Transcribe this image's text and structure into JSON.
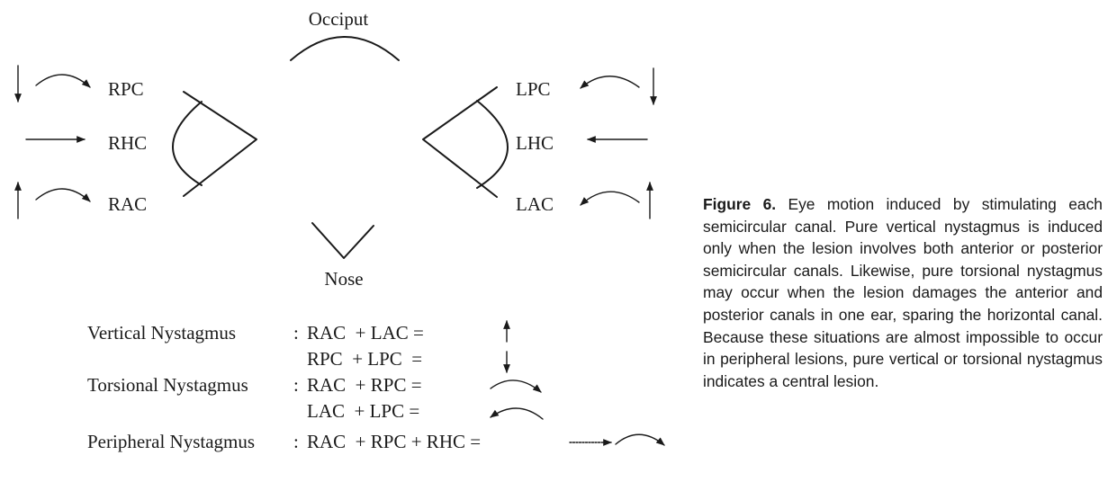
{
  "diagram": {
    "occiput_label": "Occiput",
    "nose_label": "Nose",
    "right_canals": {
      "posterior": "RPC",
      "horizontal": "RHC",
      "anterior": "RAC"
    },
    "left_canals": {
      "posterior": "LPC",
      "horizontal": "LHC",
      "anterior": "LAC"
    }
  },
  "equations": [
    {
      "label": "Vertical Nystagmus",
      "separator": ":",
      "formula": "RAC  + LAC =",
      "result_icon": "up-arrow-icon"
    },
    {
      "label": "",
      "separator": "",
      "formula": "RPC  + LPC  =",
      "result_icon": "down-arrow-icon"
    },
    {
      "label": "Torsional Nystagmus",
      "separator": ":",
      "formula": "RAC  + RPC =",
      "result_icon": "clockwise-arc-arrow-icon"
    },
    {
      "label": "",
      "separator": "",
      "formula": "LAC  + LPC =",
      "result_icon": "counterclockwise-arc-arrow-icon"
    },
    {
      "label": "Peripheral Nystagmus",
      "separator": ":",
      "formula": "RAC  + RPC + RHC =",
      "result_icon": "combined-arrow-arc-icon"
    }
  ],
  "caption": {
    "label": "Figure 6.",
    "text": "Eye motion induced by stimulating each semicircular canal. Pure vertical nystagmus is induced only when the lesion involves both anterior or posterior semicircular canals. Likewise, pure torsional nystagmus may occur when the lesion damages the anterior and posterior canals in one ear, sparing the horizontal canal. Because these situations are almost impossible to occur in peripheral lesions, pure vertical or torsional nystagmus indicates a central lesion."
  }
}
